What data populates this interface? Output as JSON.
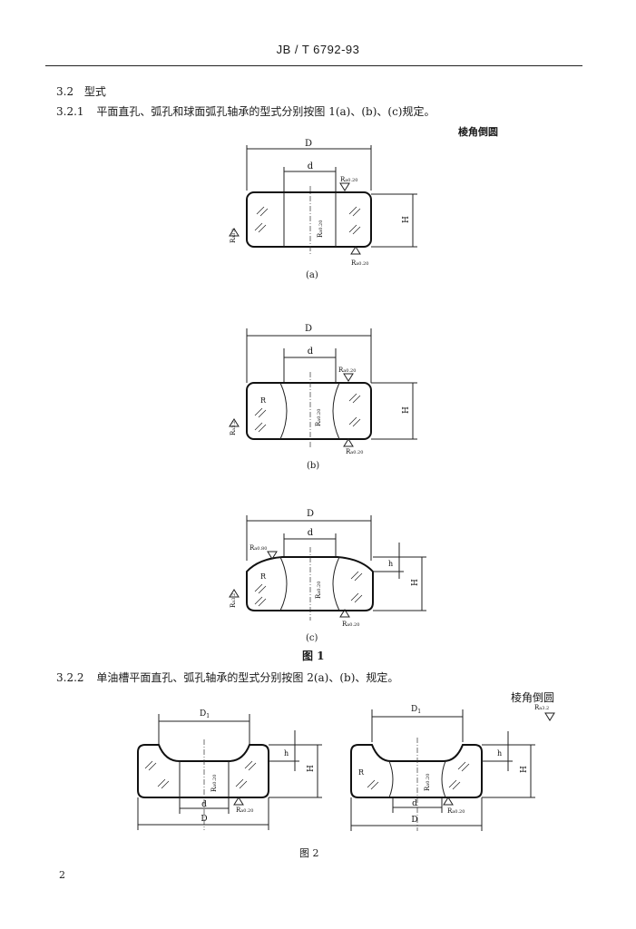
{
  "header": {
    "standard": "JB / T 6792-93"
  },
  "sections": {
    "s322_heading_no": "3.2",
    "s322_heading": "型式",
    "s321_no": "3.2.1",
    "s321_text": "平面直孔、弧孔和球面弧孔轴承的型式分别按图 1(a)、(b)、(c)规定。",
    "s322b_no": "3.2.2",
    "s322b_text": "单油槽平面直孔、弧孔轴承的型式分别按图 2(a)、(b)、规定。"
  },
  "labels": {
    "chamfer_note_1": "棱角倒圆",
    "chamfer_note_2": "棱角倒圆",
    "fig1_caption": "图 1",
    "fig2_caption": "图 2",
    "sub_a": "(a)",
    "sub_b": "(b)",
    "sub_c": "(c)"
  },
  "dims": {
    "D": "D",
    "d": "d",
    "H": "H",
    "h": "h",
    "R": "R",
    "D1": "D",
    "D1_sub": "1",
    "ra_32": "R",
    "ra_32_sub": "a3.2",
    "ra_020": "R",
    "ra_020_sub": "a0.20",
    "ra_080": "R",
    "ra_080_sub": "a0.80"
  },
  "page": {
    "number": "2"
  }
}
